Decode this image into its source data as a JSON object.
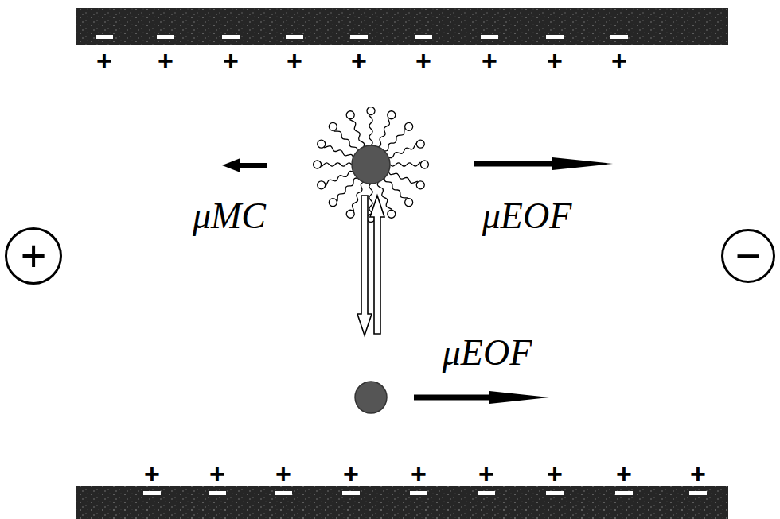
{
  "diagram": {
    "nodes": [
      {
        "text": [
          "+"
        ]
      },
      {
        "text": [
          "−"
        ]
      }
    ],
    "labels": [
      "+",
      "+",
      "+",
      "+",
      "+",
      "+",
      "+",
      "+",
      "+",
      "μMC",
      "μEOF",
      "μEOF",
      "+",
      "+",
      "+",
      "+",
      "+",
      "+",
      "+",
      "+",
      "+"
    ]
  }
}
